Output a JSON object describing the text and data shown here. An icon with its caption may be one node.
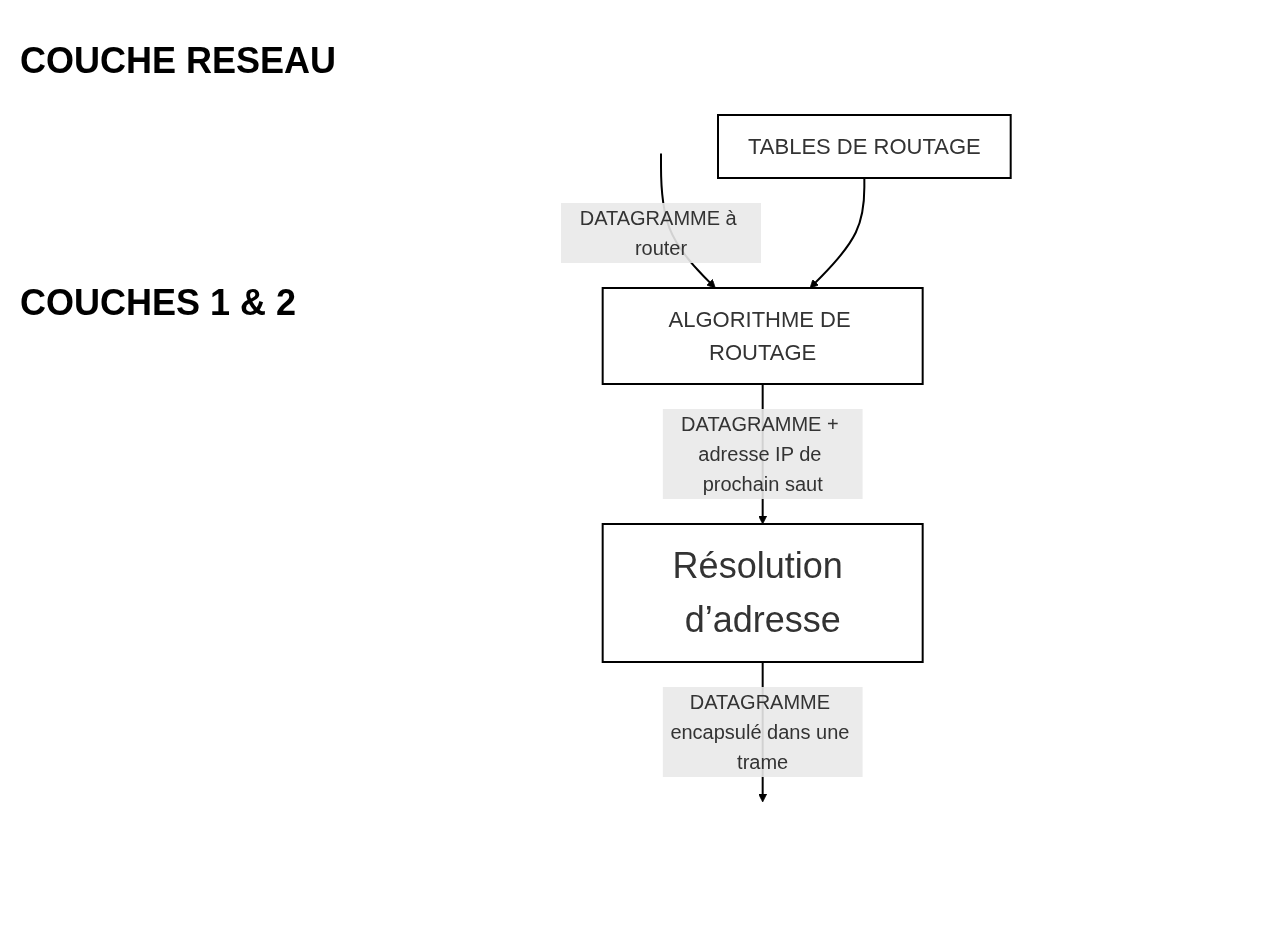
{
  "diagram": {
    "nodes": [
      {
        "text": [
          "TABLES DE ROUTAGE"
        ]
      },
      {
        "text": [
          "ALGORITHME DE ROUTAGE"
        ]
      },
      {
        "text": [
          "Résolution d’adresse"
        ]
      }
    ],
    "edges": [
      {
        "from": null,
        "to": 1,
        "arrow": "to",
        "label": "DATAGRAMME à router"
      },
      {
        "from": 0,
        "to": 1,
        "arrow": "to"
      },
      {
        "from": 1,
        "to": 2,
        "arrow": "to",
        "label": "DATAGRAMME + adresse IP de prochain saut"
      },
      {
        "from": 2,
        "to": null,
        "arrow": "to",
        "label": "DATAGRAMME encapsulé dans une trame"
      }
    ],
    "labels": [
      "COUCHE RESEAU",
      "COUCHES 1 & 2"
    ]
  }
}
